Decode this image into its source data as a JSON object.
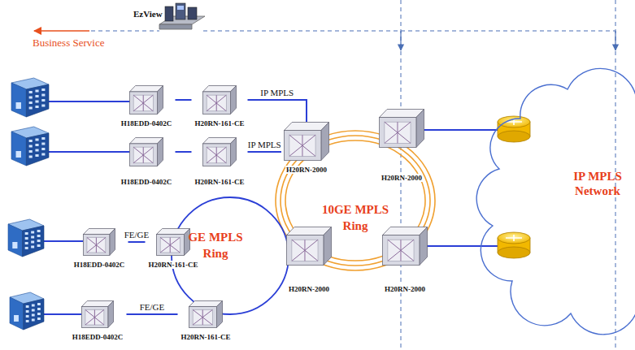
{
  "diagram": {
    "nodes": [
      {
        "text": [
          "H18EDD-0402C"
        ]
      },
      {
        "text": [
          "H20RN-161-CE"
        ]
      },
      {
        "text": [
          "H18EDD-0402C"
        ]
      },
      {
        "text": [
          "H20RN-161-CE"
        ]
      },
      {
        "text": [
          "H20RN-2000"
        ]
      },
      {
        "text": [
          "H20RN-2000"
        ]
      },
      {
        "text": [
          "IP MPLS Network"
        ]
      },
      {
        "text": [
          "H18EDD-0402C"
        ]
      },
      {
        "text": [
          "H20RN-161-CE"
        ]
      },
      {
        "text": [
          "H20RN-2000"
        ]
      },
      {
        "text": [
          "H20RN-2000"
        ]
      },
      {
        "text": [
          "H18EDD-0402C"
        ]
      },
      {
        "text": [
          "H20RN-161-CE"
        ]
      }
    ],
    "edges": [
      {
        "from": 0,
        "to": 1,
        "arrow": "none"
      },
      {
        "from": 1,
        "to": 4,
        "label": "IP MPLS",
        "arrow": "none"
      },
      {
        "from": 2,
        "to": 3,
        "arrow": "none"
      },
      {
        "from": 3,
        "to": 4,
        "label": "IP MPLS",
        "arrow": "none"
      },
      {
        "from": 7,
        "to": 8,
        "label": "FE/GE",
        "arrow": "none"
      },
      {
        "from": 11,
        "to": 12,
        "label": "FE/GE",
        "arrow": "none"
      }
    ],
    "labels": [
      "EzView",
      "Business Service",
      "10GE MPLS Ring",
      "GE MPLS Ring"
    ]
  }
}
